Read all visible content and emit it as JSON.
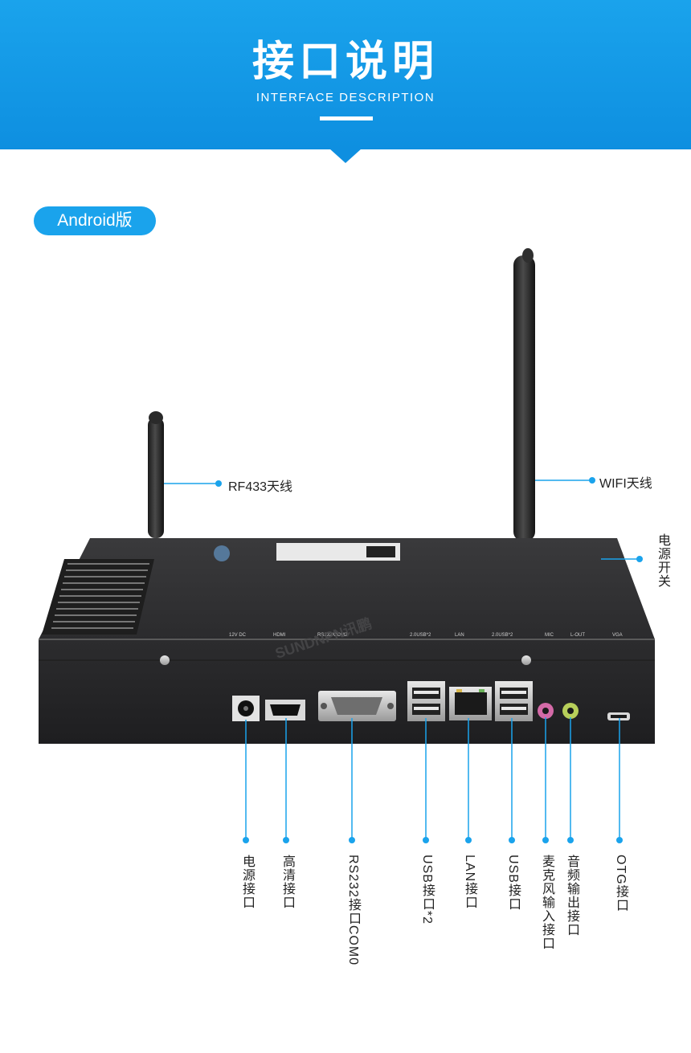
{
  "header": {
    "title": "接口说明",
    "subtitle": "INTERFACE DESCRIPTION"
  },
  "version_badge": "Android版",
  "device": {
    "brand_watermark": "SUNDNPN讯鹏",
    "port_silkscreen": [
      "12V DC",
      "HDMI",
      "RS232/COM2",
      "2.0USB*2",
      "LAN",
      "2.0USB*2",
      "MIC",
      "L-OUT",
      "VGA"
    ]
  },
  "labels": {
    "rf433_antenna": "RF433天线",
    "wifi_antenna": "WIFI天线",
    "power_switch": "电源开关",
    "power_port": "电源接口",
    "hdmi_port": "高清接口",
    "rs232_port": "RS232接口COM0",
    "usb_port_x2": "USB接口*2",
    "lan_port": "LAN接口",
    "usb_port": "USB接口",
    "mic_port": "麦克风输入接口",
    "audio_out_port": "音频输出接口",
    "otg_port": "OTG接口"
  },
  "colors": {
    "accent": "#1aa3ec",
    "device_body": "#2a2a2c",
    "leader_line": "#1aa3ec"
  }
}
